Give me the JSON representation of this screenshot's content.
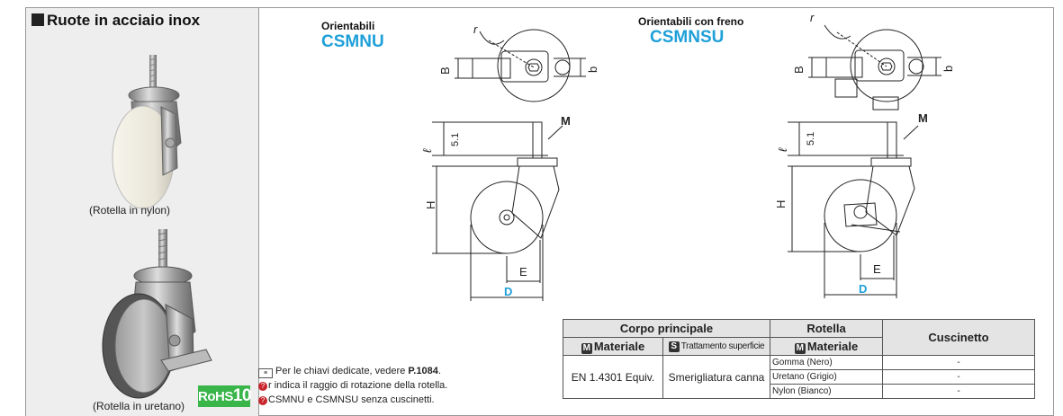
{
  "left_panel": {
    "title": "Ruote in acciaio inox",
    "caption_nylon": "(Rotella in nylon)",
    "caption_urethane": "(Rotella in uretano)",
    "rohs_label": "RoHS",
    "rohs_number": "10"
  },
  "diagram_left": {
    "title": "Orientabili",
    "code": "CSMNU",
    "dims": {
      "r": "r",
      "B": "B",
      "b": "b",
      "M": "M",
      "l": "ℓ",
      "s51": "5.1",
      "H": "H",
      "E": "E",
      "D": "D"
    }
  },
  "diagram_right": {
    "title": "Orientabili con freno",
    "code": "CSMNSU",
    "dims": {
      "r": "r",
      "B": "B",
      "b": "b",
      "M": "M",
      "l": "ℓ",
      "s51": "5.1",
      "H": "H",
      "E": "E",
      "D": "D"
    }
  },
  "notes": {
    "line1_prefix": "Per le chiavi dedicate, vedere ",
    "line1_ref": "P.1084",
    "line1_suffix": ".",
    "line2": "r indica il raggio di rotazione della rotella.",
    "line3": "CSMNU e CSMNSU senza cuscinetti."
  },
  "table": {
    "h_body": "Corpo principale",
    "h_wheel": "Rotella",
    "h_bearing": "Cuscinetto",
    "h_material": "Materiale",
    "h_treatment": "Trattamento superficie",
    "h_wheel_material": "Materiale",
    "material_icon": "M",
    "treatment_icon": "S",
    "body_material": "EN 1.4301 Equiv.",
    "body_treatment": "Smerigliatura canna",
    "rows": [
      {
        "wheel": "Gomma (Nero)",
        "bearing": "-"
      },
      {
        "wheel": "Uretano (Grigio)",
        "bearing": "-"
      },
      {
        "wheel": "Nylon (Bianco)",
        "bearing": "-"
      }
    ]
  },
  "colors": {
    "accent": "#1fa0d8",
    "rohs": "#3ab54a",
    "panel": "#eeeeee"
  }
}
